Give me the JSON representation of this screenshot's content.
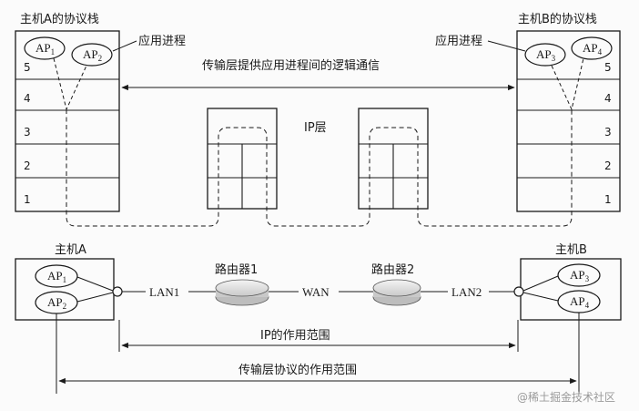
{
  "top": {
    "host_a_stack_label": "主机A的协议栈",
    "host_b_stack_label": "主机B的协议栈",
    "app_process_label_a": "应用进程",
    "app_process_label_b": "应用进程",
    "transport_logical_label": "传输层提供应用进程间的逻辑通信",
    "ip_layer_label": "IP层",
    "layers_a": [
      "5",
      "4",
      "3",
      "2",
      "1"
    ],
    "layers_b": [
      "5",
      "4",
      "3",
      "2",
      "1"
    ],
    "ap_a": [
      {
        "main": "AP",
        "sub": "1"
      },
      {
        "main": "AP",
        "sub": "2"
      }
    ],
    "ap_b": [
      {
        "main": "AP",
        "sub": "3"
      },
      {
        "main": "AP",
        "sub": "4"
      }
    ]
  },
  "bottom": {
    "host_a_label": "主机A",
    "host_b_label": "主机B",
    "router1_label": "路由器1",
    "router2_label": "路由器2",
    "lan1_label": "LAN1",
    "wan_label": "WAN",
    "lan2_label": "LAN2",
    "ip_scope_label": "IP的作用范围",
    "transport_scope_label": "传输层协议的作用范围",
    "ap_a": [
      {
        "main": "AP",
        "sub": "1"
      },
      {
        "main": "AP",
        "sub": "2"
      }
    ],
    "ap_b": [
      {
        "main": "AP",
        "sub": "3"
      },
      {
        "main": "AP",
        "sub": "4"
      }
    ]
  },
  "watermark": "@稀土掘金技术社区"
}
